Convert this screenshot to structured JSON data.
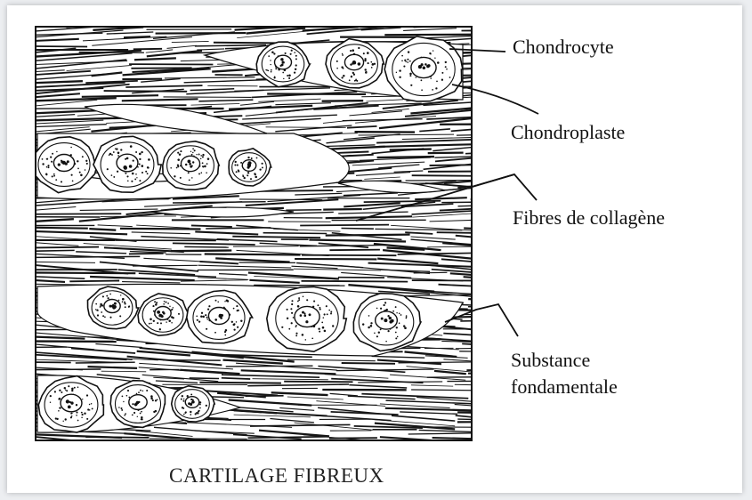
{
  "labels": {
    "chondrocyte": "Chondrocyte",
    "chondroplaste": "Chondroplaste",
    "fibres": "Fibres de collagène",
    "substance_line1": "Substance",
    "substance_line2": "fondamentale"
  },
  "caption": "CARTILAGE FIBREUX",
  "colors": {
    "ink": "#111111",
    "paper": "#ffffff"
  }
}
